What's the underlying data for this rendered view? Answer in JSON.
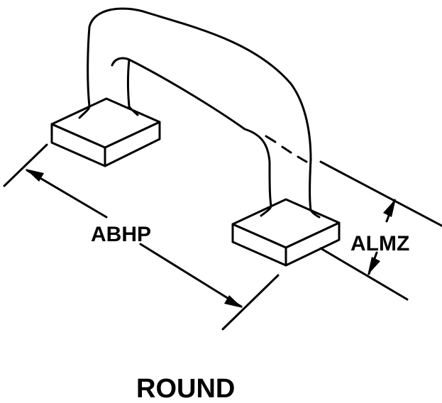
{
  "labels": {
    "length_dimension": "ABHP",
    "height_dimension": "ALMZ",
    "shape_caption": "ROUND"
  },
  "colors": {
    "ink": "#000000",
    "background": "#ffffff"
  }
}
